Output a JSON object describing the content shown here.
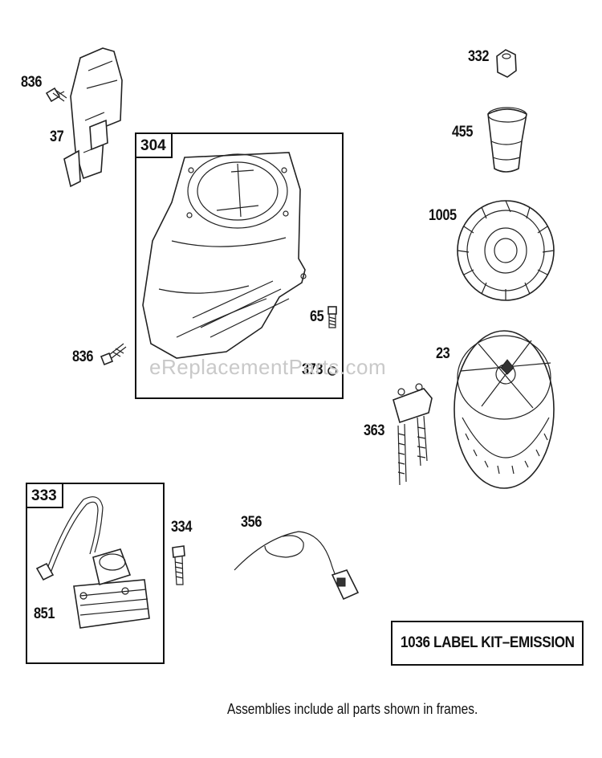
{
  "diagram": {
    "callouts": {
      "p836_top": "836",
      "p37": "37",
      "p304": "304",
      "p65": "65",
      "p836_mid": "836",
      "p373": "373",
      "p332": "332",
      "p455": "455",
      "p1005": "1005",
      "p23": "23",
      "p363": "363",
      "p333": "333",
      "p851": "851",
      "p334": "334",
      "p356": "356"
    },
    "label_kit": "1036 LABEL KIT–EMISSION",
    "footnote": "Assemblies include all parts shown in frames.",
    "watermark": "eReplacementParts.com"
  }
}
